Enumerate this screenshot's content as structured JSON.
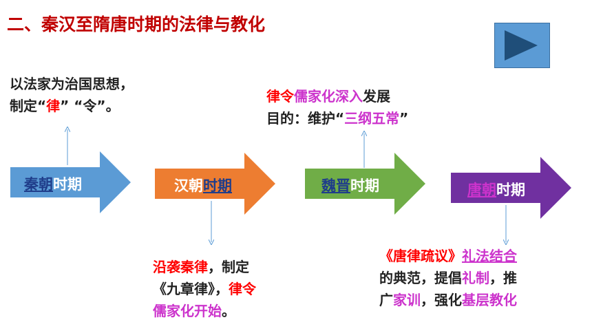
{
  "title": "二、秦汉至隋唐时期的法律与教化",
  "play_button": {
    "icon": "play-icon",
    "color": "#5b9bd5"
  },
  "notes": {
    "qin": {
      "line1": "以法家为治国思想，",
      "line2_pre": "制定“",
      "line2_lv": "律",
      "line2_mid": "” “",
      "line2_ling": "令",
      "line2_post": "”。"
    },
    "wei_jin": {
      "l1_a": "律令",
      "l1_b": "儒家化深入",
      "l1_c": "发展",
      "l2_a": "目的：维护“",
      "l2_b": "三纲五常",
      "l2_c": "”"
    },
    "han": {
      "l1_a": "沿袭秦律",
      "l1_b": "，制定",
      "l2_a": "《九章律》，",
      "l2_b": "律令",
      "l3_a": "儒家化开始",
      "l3_b": "。"
    },
    "tang": {
      "l1_a": "《唐律疏议》",
      "l1_b": "礼法结合",
      "l2_a": "的典范，提倡",
      "l2_b": "礼制",
      "l2_c": "，推",
      "l3_a": "广",
      "l3_b": "家训",
      "l3_c": "，强化",
      "l3_d": "基层教化"
    }
  },
  "arrows": [
    {
      "part1": "秦朝",
      "part2": "时期",
      "color": "#5b9bd5"
    },
    {
      "part1": "汉朝",
      "part2": "时期",
      "color": "#ed7d31"
    },
    {
      "part1": "魏晋",
      "part2": "时期",
      "color": "#70ad47"
    },
    {
      "part1": "唐朝",
      "part2": "时期",
      "color": "#7030a0"
    }
  ]
}
